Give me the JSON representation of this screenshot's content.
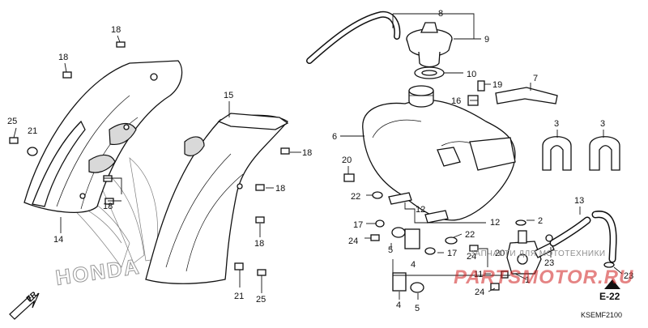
{
  "labels": [
    {
      "id": "l8",
      "text": "8"
    },
    {
      "id": "l9",
      "text": "9"
    },
    {
      "id": "l10",
      "text": "10"
    },
    {
      "id": "l19",
      "text": "19"
    },
    {
      "id": "l7",
      "text": "7"
    },
    {
      "id": "l16",
      "text": "16"
    },
    {
      "id": "l6",
      "text": "6"
    },
    {
      "id": "l3a",
      "text": "3"
    },
    {
      "id": "l3b",
      "text": "3"
    },
    {
      "id": "l18a",
      "text": "18"
    },
    {
      "id": "l18b",
      "text": "18"
    },
    {
      "id": "l18c",
      "text": "18"
    },
    {
      "id": "l18d",
      "text": "18"
    },
    {
      "id": "l18e",
      "text": "18"
    },
    {
      "id": "l18f",
      "text": "18"
    },
    {
      "id": "l15",
      "text": "15"
    },
    {
      "id": "l25a",
      "text": "25"
    },
    {
      "id": "l21a",
      "text": "21"
    },
    {
      "id": "l14",
      "text": "14"
    },
    {
      "id": "l21b",
      "text": "21"
    },
    {
      "id": "l25b",
      "text": "25"
    },
    {
      "id": "l20a",
      "text": "20"
    },
    {
      "id": "l22a",
      "text": "22"
    },
    {
      "id": "l12a",
      "text": "12"
    },
    {
      "id": "l12b",
      "text": "12"
    },
    {
      "id": "l17a",
      "text": "17"
    },
    {
      "id": "l24a",
      "text": "24"
    },
    {
      "id": "l5a",
      "text": "5"
    },
    {
      "id": "l2",
      "text": "2"
    },
    {
      "id": "l13",
      "text": "13"
    },
    {
      "id": "l22b",
      "text": "22"
    },
    {
      "id": "l17b",
      "text": "17"
    },
    {
      "id": "l24b",
      "text": "24"
    },
    {
      "id": "l20b",
      "text": "20"
    },
    {
      "id": "l4a",
      "text": "4"
    },
    {
      "id": "l23a",
      "text": "23"
    },
    {
      "id": "l23b",
      "text": "23"
    },
    {
      "id": "l11",
      "text": "11"
    },
    {
      "id": "l1",
      "text": "1"
    },
    {
      "id": "l24c",
      "text": "24"
    },
    {
      "id": "l4b",
      "text": "4"
    },
    {
      "id": "l5b",
      "text": "5"
    }
  ],
  "ref_code": "E-22",
  "diagram_code": "KSEMF2100",
  "direction_label": "FR.",
  "brand_mark": "HONDA",
  "watermark_text": "ЗАПЧАСТИ ДЛЯ МОТОТЕХНИКИ",
  "watermark_site": "PARTSMOTOR.RU",
  "colors": {
    "line": "#111111",
    "watermark": "#d01f1f",
    "watermark_gray": "#8e8e8e"
  }
}
